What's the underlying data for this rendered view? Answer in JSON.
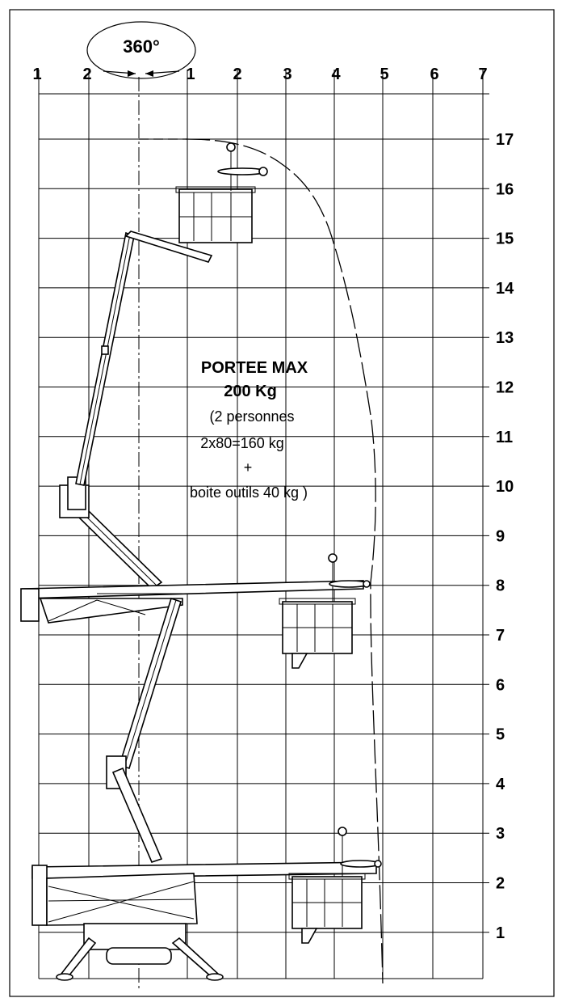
{
  "rotation_label": "360°",
  "top_axis_left": [
    "1",
    "2"
  ],
  "top_axis_right": [
    "1",
    "2",
    "3",
    "4",
    "5",
    "6",
    "7"
  ],
  "height_axis": [
    "17",
    "16",
    "15",
    "14",
    "13",
    "12",
    "11",
    "10",
    "9",
    "8",
    "7",
    "6",
    "5",
    "4",
    "3",
    "2",
    "1"
  ],
  "load_note": {
    "title": "PORTEE MAX",
    "capacity": "200 Kg",
    "line1": "(2 personnes",
    "line2": "2x80=160 kg",
    "line3": "+",
    "line4": "boite outils 40 kg  )"
  }
}
